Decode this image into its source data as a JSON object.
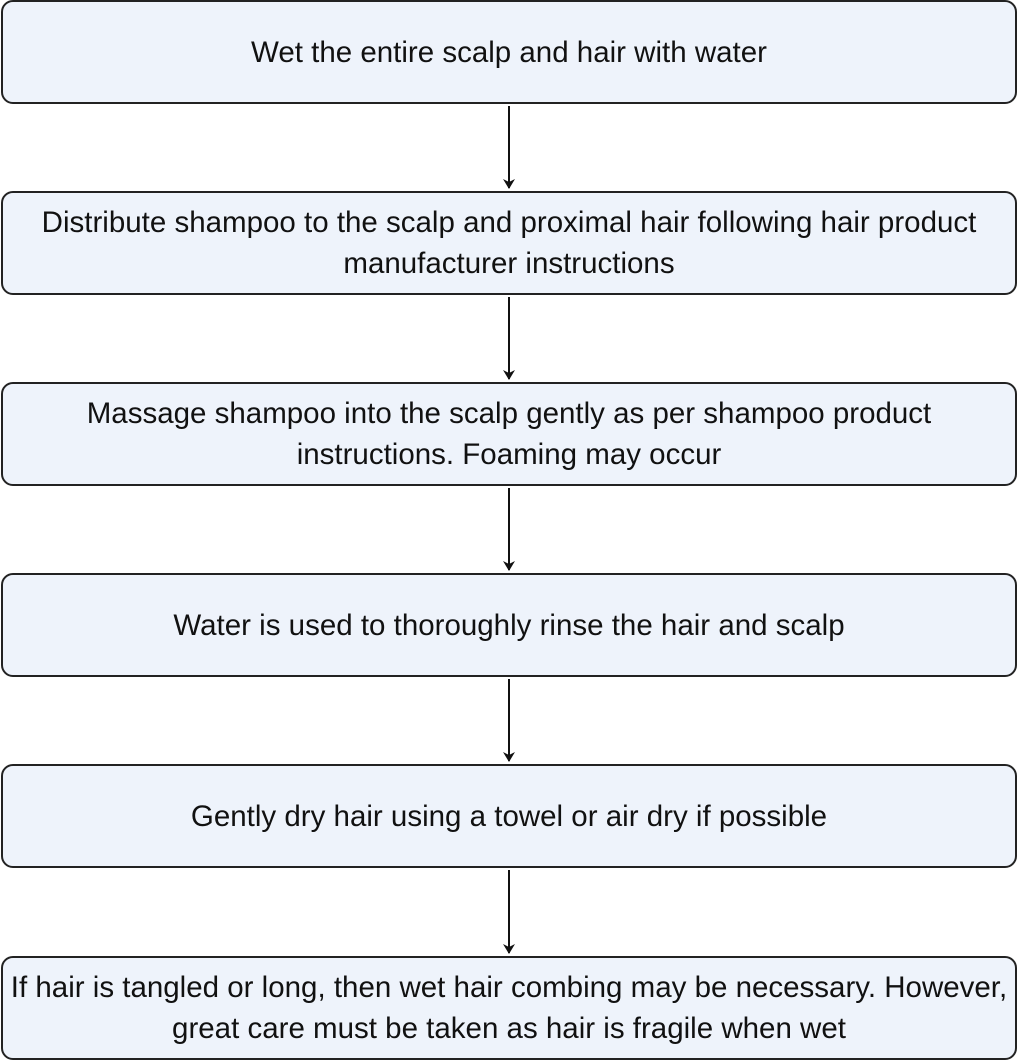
{
  "steps": [
    {
      "text": "Wet the entire scalp and hair with water"
    },
    {
      "text": "Distribute shampoo to the scalp and proximal hair following hair product manufacturer instructions"
    },
    {
      "text": "Massage shampoo into the scalp gently as per shampoo product instructions. Foaming may occur"
    },
    {
      "text": "Water is used to thoroughly rinse the hair and scalp"
    },
    {
      "text": "Gently dry hair using a towel or air dry if possible"
    },
    {
      "text": "If hair is tangled or long, then wet hair combing may be necessary. However, great care must be taken as hair is fragile when wet"
    }
  ],
  "colors": {
    "box_fill": "#eef3fb",
    "border": "#222222",
    "arrow": "#111111"
  }
}
